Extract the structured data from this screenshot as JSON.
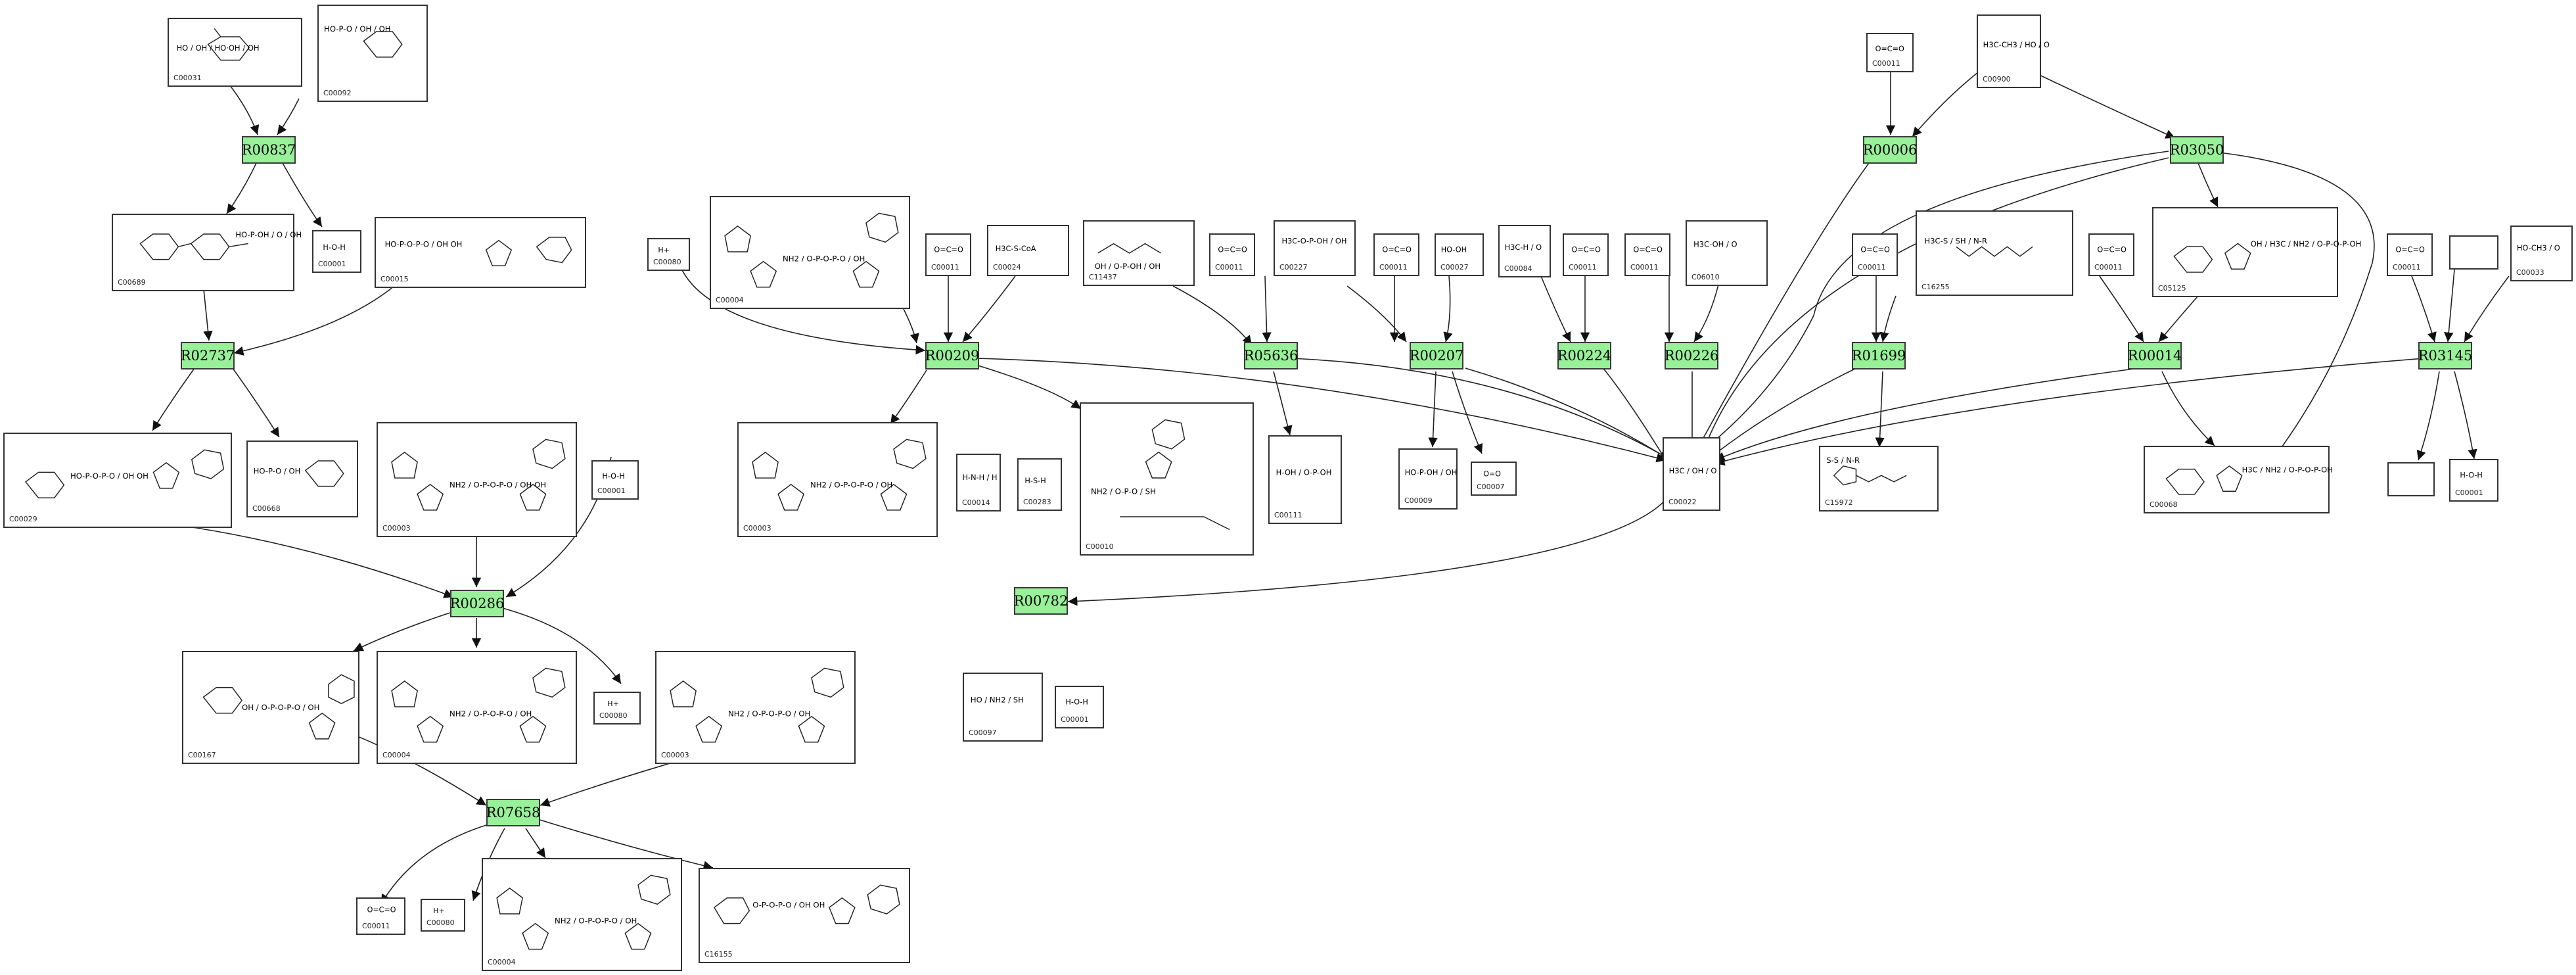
{
  "reactions": [
    {
      "key": "R00837",
      "label": "R00837"
    },
    {
      "key": "R02737",
      "label": "R02737"
    },
    {
      "key": "R00286",
      "label": "R00286"
    },
    {
      "key": "R07658",
      "label": "R07658"
    },
    {
      "key": "R00209",
      "label": "R00209"
    },
    {
      "key": "R05636",
      "label": "R05636"
    },
    {
      "key": "R00207",
      "label": "R00207"
    },
    {
      "key": "R00224",
      "label": "R00224"
    },
    {
      "key": "R00226",
      "label": "R00226"
    },
    {
      "key": "R00782",
      "label": "R00782"
    },
    {
      "key": "R00006",
      "label": "R00006"
    },
    {
      "key": "R03050",
      "label": "R03050"
    },
    {
      "key": "R01699",
      "label": "R01699"
    },
    {
      "key": "R00014",
      "label": "R00014"
    },
    {
      "key": "R03145",
      "label": "R03145"
    }
  ],
  "compounds": [
    {
      "key": "c00031",
      "id": "C00031",
      "structure": "HO / OH / HO·OH / OH"
    },
    {
      "key": "c00092",
      "id": "C00092",
      "structure": "HO-P-O / OH / OH"
    },
    {
      "key": "c00689",
      "id": "C00689",
      "structure": "HO-P-OH / O / OH"
    },
    {
      "key": "c00001a",
      "id": "C00001",
      "structure": "H-O-H"
    },
    {
      "key": "c00015",
      "id": "C00015",
      "structure": "HO-P-O-P-O / OH OH"
    },
    {
      "key": "c00029",
      "id": "C00029",
      "structure": "HO-P-O-P-O / OH OH"
    },
    {
      "key": "c00668",
      "id": "C00668",
      "structure": "HO-P-O / OH"
    },
    {
      "key": "c00003a",
      "id": "C00003",
      "structure": "NH2 / O-P-O-P-O / OH OH"
    },
    {
      "key": "c00001b",
      "id": "C00001",
      "structure": "H-O-H"
    },
    {
      "key": "c00167",
      "id": "C00167",
      "structure": "OH / O-P-O-P-O / OH"
    },
    {
      "key": "c00004a",
      "id": "C00004",
      "structure": "NH2 / O-P-O-P-O / OH"
    },
    {
      "key": "c00080a",
      "id": "C00080",
      "structure": "H+"
    },
    {
      "key": "c00003b",
      "id": "C00003",
      "structure": "NH2 / O-P-O-P-O / OH"
    },
    {
      "key": "c00011a",
      "id": "C00011",
      "structure": "O=C=O"
    },
    {
      "key": "c00080b",
      "id": "C00080",
      "structure": "H+"
    },
    {
      "key": "c00004b",
      "id": "C00004",
      "structure": "NH2 / O-P-O-P-O / OH"
    },
    {
      "key": "c16155",
      "id": "C16155",
      "structure": "O-P-O-P-O / OH OH"
    },
    {
      "key": "c00080c",
      "id": "C00080",
      "structure": "H+"
    },
    {
      "key": "c00004c",
      "id": "C00004",
      "structure": "NH2 / O-P-O-P-O / OH"
    },
    {
      "key": "c00011b",
      "id": "C00011",
      "structure": "O=C=O"
    },
    {
      "key": "c00024",
      "id": "C00024",
      "structure": "H3C-S-CoA"
    },
    {
      "key": "c00003c",
      "id": "C00003",
      "structure": "NH2 / O-P-O-P-O / OH"
    },
    {
      "key": "c00010",
      "id": "C00010",
      "structure": "NH2 / O-P-O / SH"
    },
    {
      "key": "c11437",
      "id": "C11437",
      "structure": "OH / O-P-OH / OH"
    },
    {
      "key": "c00011c",
      "id": "C00011",
      "structure": "O=C=O"
    },
    {
      "key": "c00227",
      "id": "C00227",
      "structure": "H3C-O-P-OH / OH"
    },
    {
      "key": "c00111",
      "id": "C00111",
      "structure": "H-OH / O-P-OH"
    },
    {
      "key": "c00011d",
      "id": "C00011",
      "structure": "O=C=O"
    },
    {
      "key": "c00027",
      "id": "C00027",
      "structure": "HO-OH"
    },
    {
      "key": "c00009",
      "id": "C00009",
      "structure": "HO-P-OH / OH"
    },
    {
      "key": "c00007",
      "id": "C00007",
      "structure": "O=O"
    },
    {
      "key": "c00084",
      "id": "C00084",
      "structure": "H3C-H / O"
    },
    {
      "key": "c00011e",
      "id": "C00011",
      "structure": "O=C=O"
    },
    {
      "key": "c00011f",
      "id": "C00011",
      "structure": "O=C=O"
    },
    {
      "key": "c06010",
      "id": "C06010",
      "structure": "H3C-OH / O"
    },
    {
      "key": "c00014",
      "id": "C00014",
      "structure": "H-N-H / H"
    },
    {
      "key": "c00283",
      "id": "C00283",
      "structure": "H-S-H"
    },
    {
      "key": "c00097",
      "id": "C00097",
      "structure": "HO / NH2 / SH"
    },
    {
      "key": "c00001c",
      "id": "C00001",
      "structure": "H-O-H"
    },
    {
      "key": "c00022",
      "id": "C00022",
      "structure": "H3C / OH / O"
    },
    {
      "key": "c00011g",
      "id": "C00011",
      "structure": "O=C=O"
    },
    {
      "key": "c00900",
      "id": "C00900",
      "structure": "H3C-CH3 / HO / O"
    },
    {
      "key": "c00011h",
      "id": "C00011",
      "structure": "O=C=O"
    },
    {
      "key": "c16255",
      "id": "C16255",
      "structure": "H3C-S / SH / N-R"
    },
    {
      "key": "c15972",
      "id": "C15972",
      "structure": "S-S / N-R"
    },
    {
      "key": "c00011i",
      "id": "C00011",
      "structure": "O=C=O"
    },
    {
      "key": "c05125",
      "id": "C05125",
      "structure": "OH / H3C / NH2 / O-P-O-P-OH"
    },
    {
      "key": "c00068",
      "id": "C00068",
      "structure": "H3C / NH2 / O-P-O-P-OH"
    },
    {
      "key": "c00011j",
      "id": "C00011",
      "structure": "O=C=O"
    },
    {
      "key": "cblank1",
      "id": "",
      "structure": ""
    },
    {
      "key": "c00033",
      "id": "C00033",
      "structure": "HO-CH3 / O"
    },
    {
      "key": "cblank2",
      "id": "",
      "structure": ""
    },
    {
      "key": "c00001d",
      "id": "C00001",
      "structure": "H-O-H"
    }
  ]
}
